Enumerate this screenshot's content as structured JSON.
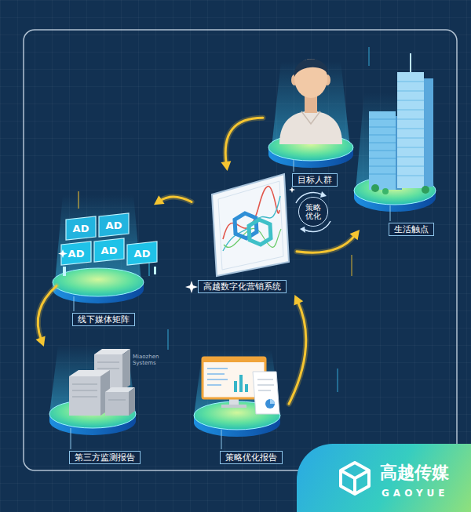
{
  "diagram": {
    "nodes": [
      {
        "text": [
          "目标人群"
        ]
      },
      {
        "text": [
          "策略 优化"
        ]
      },
      {
        "text": [
          "生活触点"
        ]
      },
      {
        "text": [
          "高越数字化营销系统"
        ]
      },
      {
        "text": [
          "线下媒体矩阵"
        ]
      },
      {
        "text": [
          "第三方监测报告"
        ]
      },
      {
        "text": [
          "策略优化报告"
        ]
      },
      {
        "text": [
          "高越传媒",
          "GAOYUE"
        ]
      }
    ],
    "edges": [
      {
        "from": 0,
        "to": 3,
        "arrow": "to"
      },
      {
        "from": 3,
        "to": 4,
        "arrow": "to"
      },
      {
        "from": 3,
        "to": 2,
        "arrow": "to"
      },
      {
        "from": 4,
        "to": 5,
        "arrow": "to"
      },
      {
        "from": 6,
        "to": 3,
        "arrow": "to"
      }
    ],
    "labels": [
      "AD",
      "AD",
      "AD",
      "AD",
      "AD",
      "Miaozhen Systems"
    ]
  }
}
